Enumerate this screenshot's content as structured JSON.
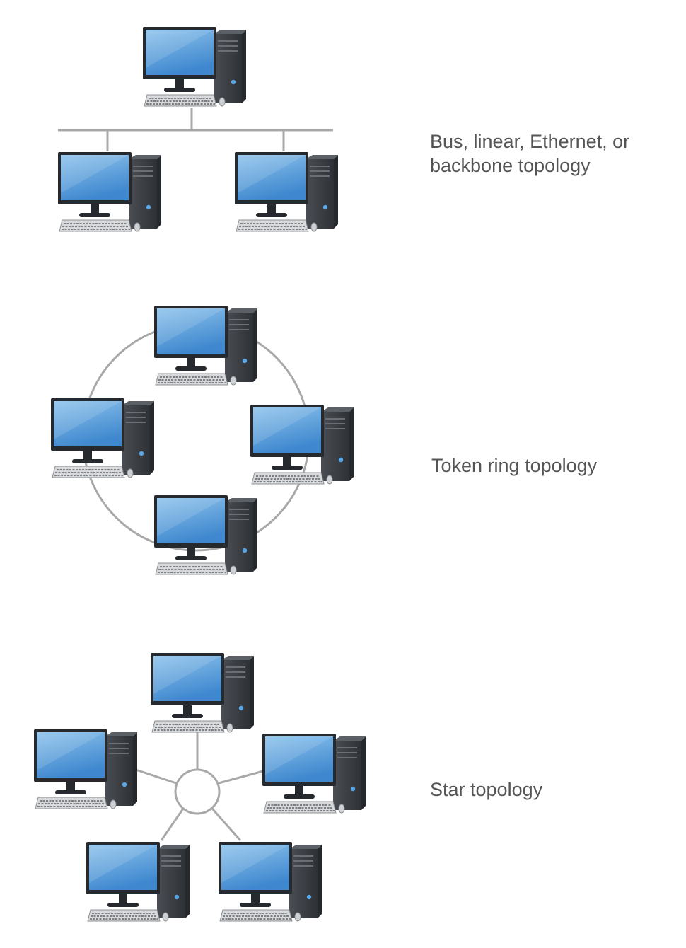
{
  "colors": {
    "line": "#a8a8a8",
    "screen_top": "#8ec3ec",
    "screen_bottom": "#3f88cf",
    "bezel": "#262a2f",
    "tower": "#3a3d42",
    "tower_side": "#55595f",
    "keyboard": "#d7d9db",
    "power_led": "#5aa7e8",
    "label_text": "#555555"
  },
  "icon": "desktop-computer-icon",
  "diagrams": [
    {
      "id": "bus",
      "label_lines": [
        "Bus, linear, Ethernet, or",
        "backbone topology"
      ],
      "computer_count": 3,
      "shape": "shared-line"
    },
    {
      "id": "ring",
      "label_lines": [
        "Token ring topology"
      ],
      "computer_count": 4,
      "shape": "circle"
    },
    {
      "id": "star",
      "label_lines": [
        "Star topology"
      ],
      "computer_count": 5,
      "shape": "central-hub"
    }
  ]
}
